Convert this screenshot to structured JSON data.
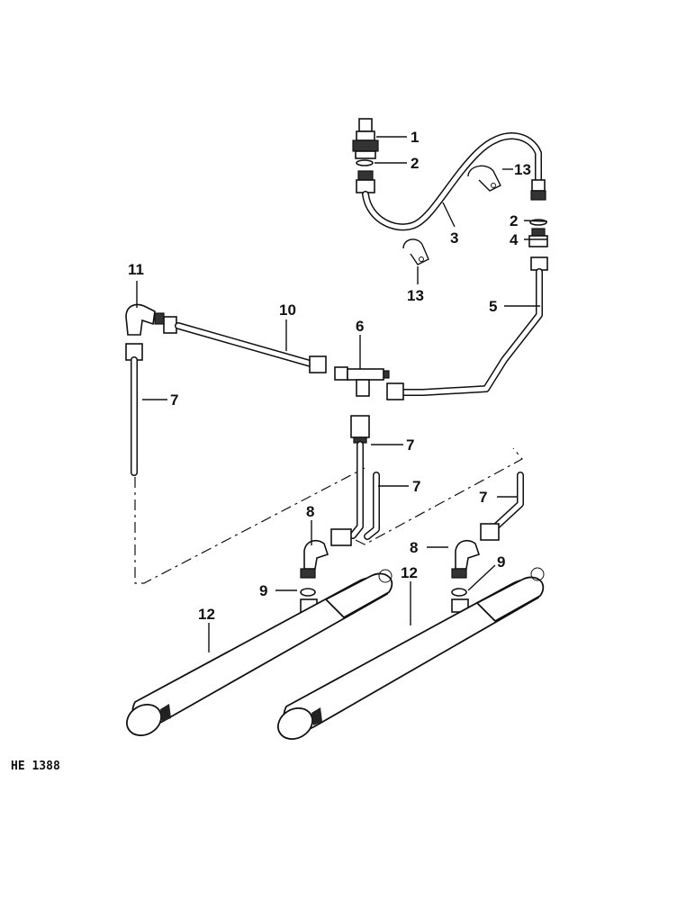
{
  "diagram": {
    "reference": "HE 1388",
    "callouts": {
      "c1": "1",
      "c2a": "2",
      "c2b": "2",
      "c3": "3",
      "c4": "4",
      "c5": "5",
      "c6": "6",
      "c7a": "7",
      "c7b": "7",
      "c7c": "7",
      "c7d": "7",
      "c8a": "8",
      "c8b": "8",
      "c9a": "9",
      "c9b": "9",
      "c10": "10",
      "c11": "11",
      "c12a": "12",
      "c12b": "12",
      "c13a": "13",
      "c13b": "13"
    }
  }
}
